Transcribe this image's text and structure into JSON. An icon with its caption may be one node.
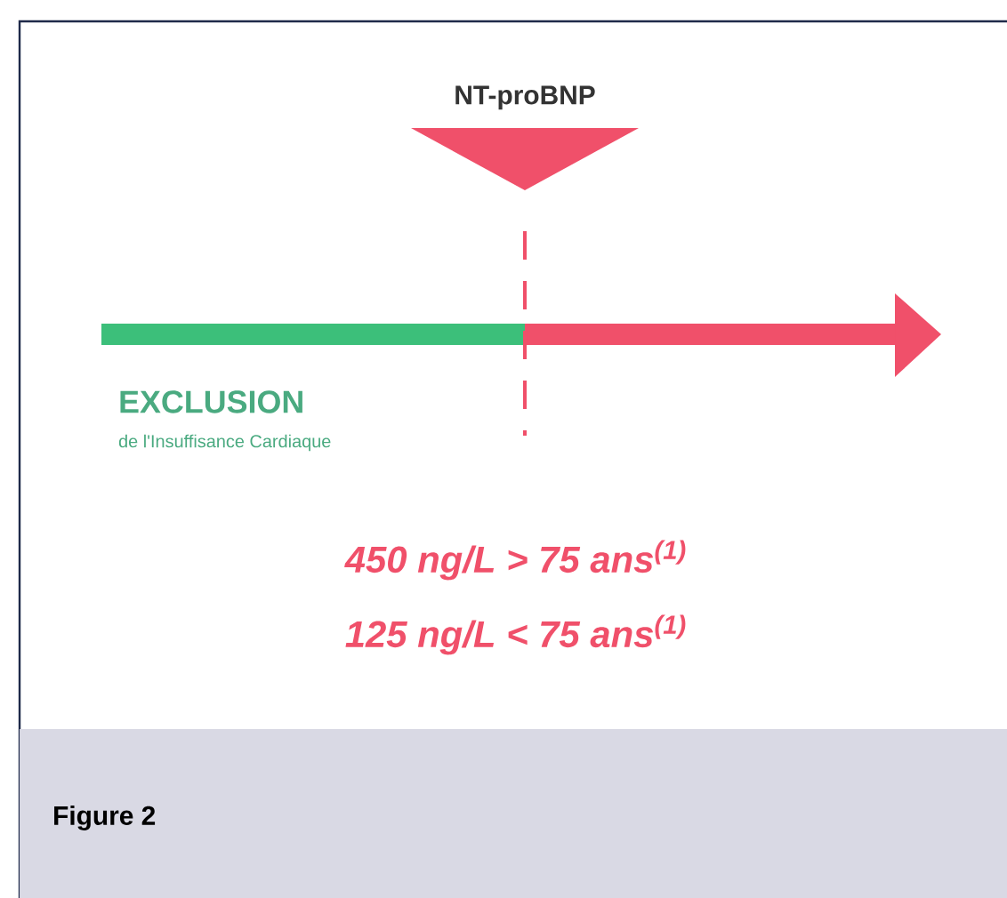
{
  "diagram": {
    "caption": "Figure 2",
    "nodes": [
      {
        "text": [
          "NT-proBNP"
        ]
      }
    ],
    "labels": [
      "EXCLUSION",
      "de l'Insuffisance Cardiaque",
      "450 ng/L > 75 ans$^{(1)}$",
      "125 ng/L < 75 ans$^{(1)}$"
    ]
  }
}
